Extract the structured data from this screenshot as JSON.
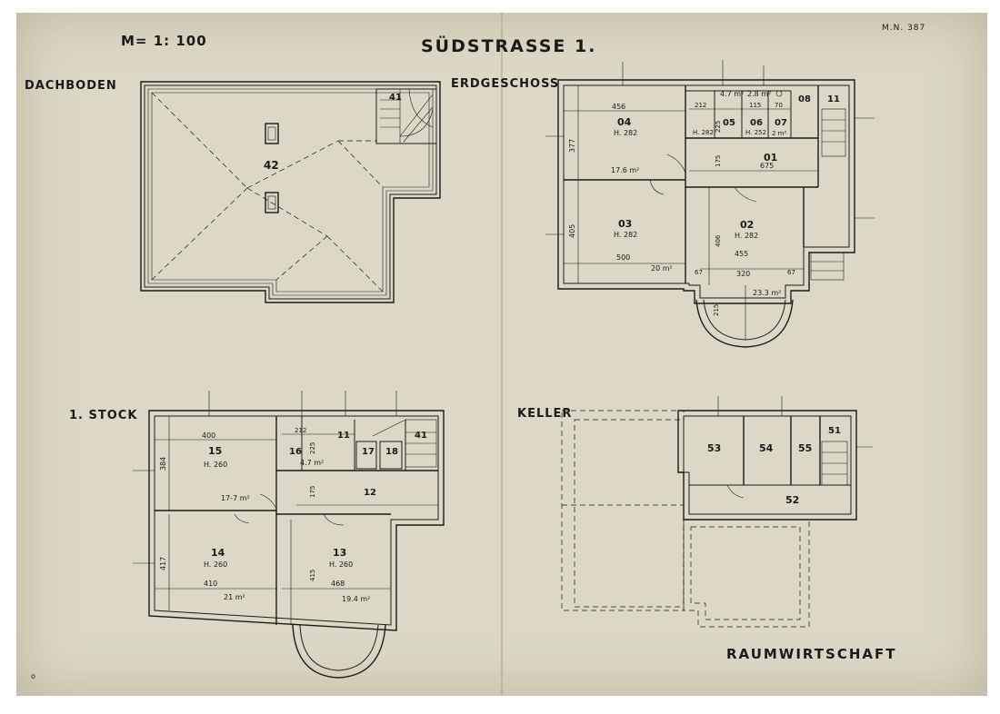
{
  "sheet": {
    "scale": "M= 1: 100",
    "title": "SÜDSTRASSE 1.",
    "archive_no": "M.N. 387",
    "footer": "RAUMWIRTSCHAFT",
    "corner_mark": "o"
  },
  "plans": {
    "dachboden": {
      "heading": "DACHBODEN",
      "rooms": [
        {
          "no": "42"
        },
        {
          "no": "41"
        }
      ]
    },
    "erdgeschoss": {
      "heading": "ERDGESCHOSS",
      "rooms": [
        {
          "no": "04",
          "height": "H. 282",
          "area": "17.6 m²"
        },
        {
          "no": "03",
          "height": "H. 282",
          "area": "20 m²"
        },
        {
          "no": "02",
          "height": "H. 282",
          "area": "23.3 m²"
        },
        {
          "no": "01",
          "dim": "675"
        },
        {
          "no": "05"
        },
        {
          "no": "06"
        },
        {
          "no": "07"
        },
        {
          "no": "08"
        },
        {
          "no": "11"
        }
      ],
      "small_room_height": "H. 282",
      "small_room_height_2": "H. 252",
      "area_05": "4.7 m²",
      "area_06": "2.8 m²",
      "area_07": "2 m²",
      "dims": {
        "d456": "456",
        "d377": "377",
        "d212": "212",
        "d115": "115",
        "d70": "70",
        "d225": "225",
        "d175": "175",
        "d405": "405",
        "d500": "500",
        "d406": "406",
        "d455": "455",
        "d320": "320",
        "d67a": "67",
        "d67b": "67",
        "d215": "215"
      }
    },
    "stock1": {
      "heading": "1. STOCK",
      "rooms": [
        {
          "no": "15",
          "height": "H. 260",
          "area": "17-7 m²"
        },
        {
          "no": "14",
          "height": "H. 260",
          "area": "21 m²"
        },
        {
          "no": "13",
          "height": "H. 260",
          "area": "19.4 m²"
        },
        {
          "no": "12"
        },
        {
          "no": "16"
        },
        {
          "no": "11"
        },
        {
          "no": "17"
        },
        {
          "no": "18"
        },
        {
          "no": "41"
        }
      ],
      "area_16": "4.7 m²",
      "dims": {
        "d400": "400",
        "d384": "384",
        "d212": "212",
        "d225": "225",
        "d175": "175",
        "d417": "417",
        "d410": "410",
        "d415": "415",
        "d468": "468"
      }
    },
    "keller": {
      "heading": "KELLER",
      "rooms": [
        {
          "no": "53"
        },
        {
          "no": "54"
        },
        {
          "no": "55"
        },
        {
          "no": "51"
        },
        {
          "no": "52"
        }
      ]
    }
  }
}
